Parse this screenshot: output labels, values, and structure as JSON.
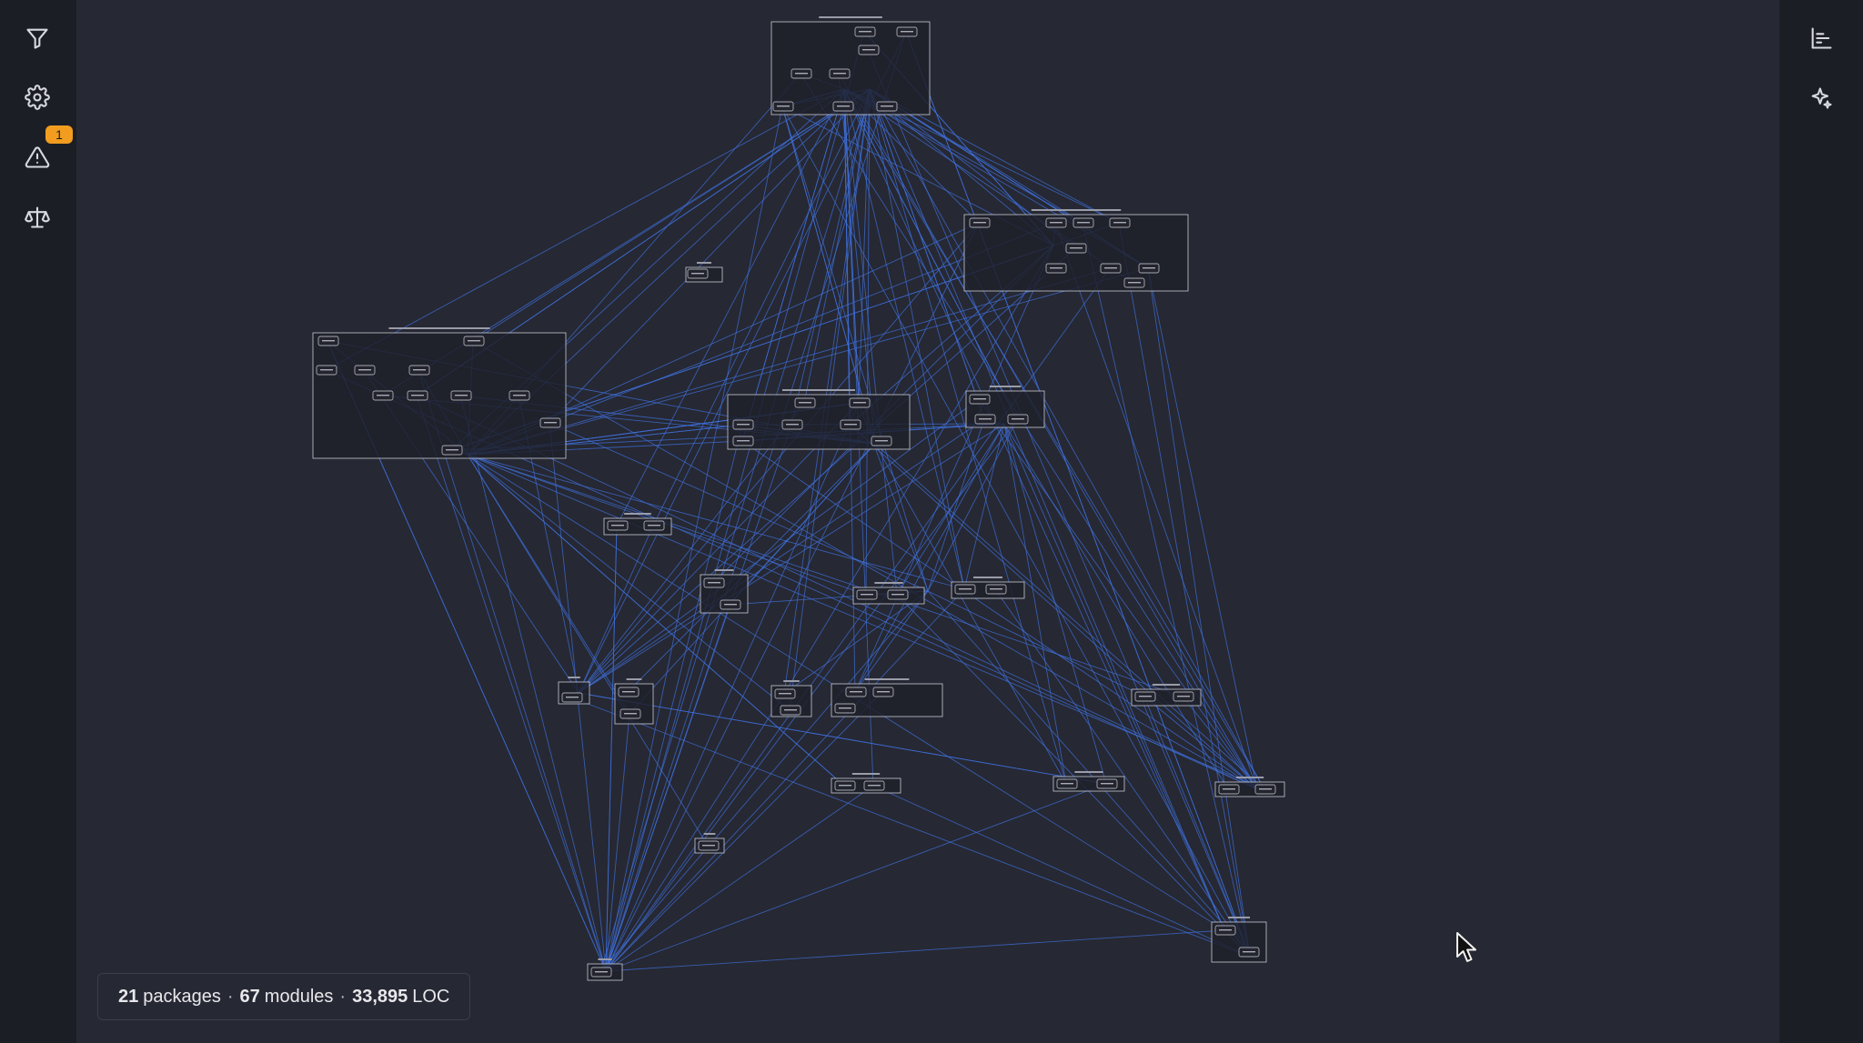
{
  "left_rail": {
    "filter_icon": "filter-icon",
    "settings_icon": "gear-icon",
    "warnings_icon": "warning-icon",
    "warnings_count": "1",
    "licenses_icon": "balance-scale-icon"
  },
  "right_rail": {
    "metrics_icon": "bar-chart-icon",
    "ai_icon": "sparkle-icon"
  },
  "stats": {
    "packages_count": "21",
    "packages_label": "packages",
    "modules_count": "67",
    "modules_label": "modules",
    "loc_count": "33,895",
    "loc_label": "LOC"
  },
  "colors": {
    "background": "#262833",
    "rail": "#1c1e26",
    "edge": "#3f6fd8",
    "badge": "#f29d1f"
  }
}
